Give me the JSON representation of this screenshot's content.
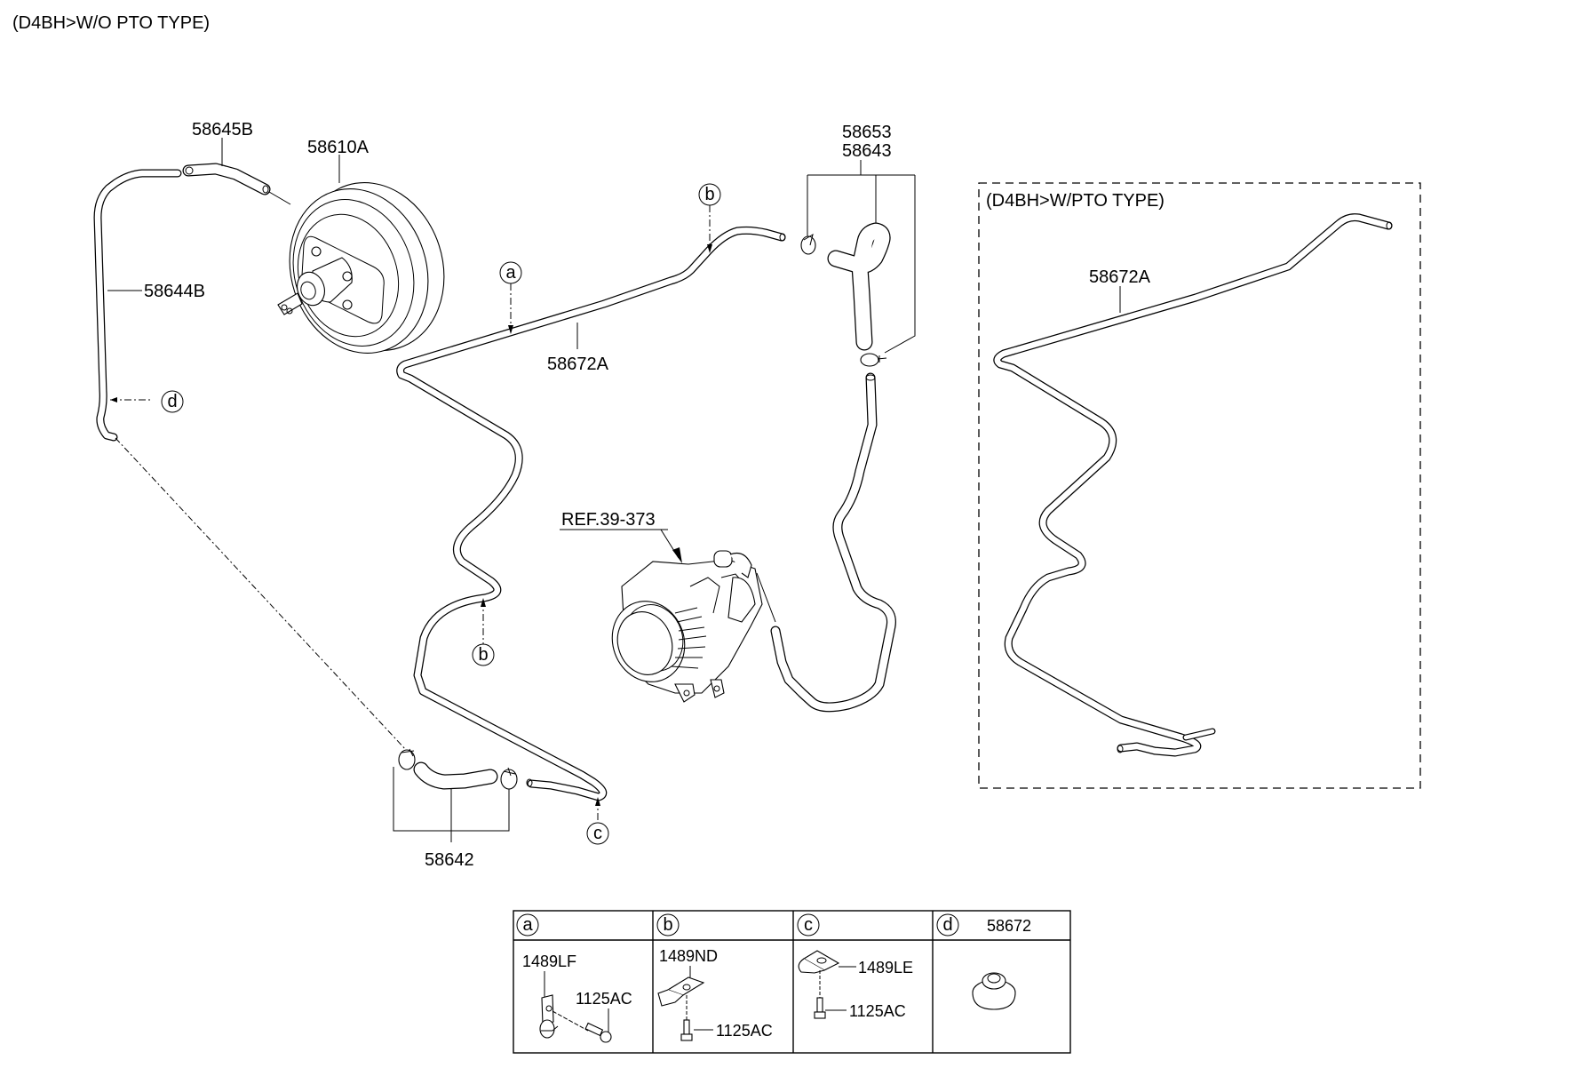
{
  "page": {
    "title": "(D4BH>W/O PTO TYPE)"
  },
  "main_diagram": {
    "labels": {
      "part_58645B": "58645B",
      "part_58610A": "58610A",
      "part_58644B": "58644B",
      "part_58672A": "58672A",
      "part_58653": "58653",
      "part_58643": "58643",
      "part_58642": "58642",
      "ref": "REF.39-373"
    },
    "callouts": {
      "a": "a",
      "b_top": "b",
      "b_mid": "b",
      "c": "c",
      "d": "d"
    }
  },
  "inset": {
    "title": "(D4BH>W/PTO TYPE)",
    "part_label": "58672A"
  },
  "legend_table": {
    "cells": [
      {
        "key": "a",
        "header_part": "",
        "parts": [
          "1489LF",
          "1125AC"
        ]
      },
      {
        "key": "b",
        "header_part": "",
        "parts": [
          "1489ND",
          "1125AC"
        ]
      },
      {
        "key": "c",
        "header_part": "",
        "parts": [
          "1489LE",
          "1125AC"
        ]
      },
      {
        "key": "d",
        "header_part": "58672",
        "parts": []
      }
    ]
  }
}
